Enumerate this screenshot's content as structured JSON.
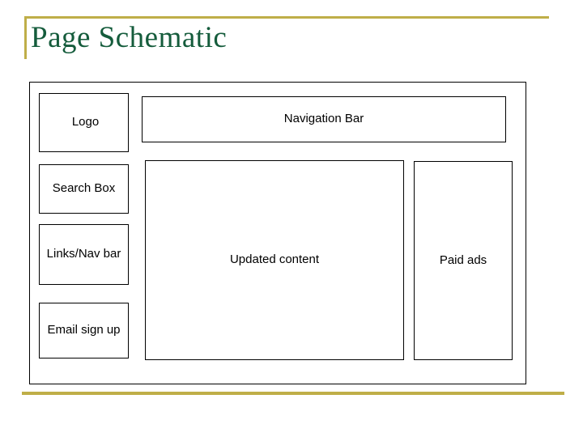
{
  "slide": {
    "title": "Page Schematic",
    "accent_gold": "#bfae48",
    "title_color": "#155c3c",
    "outline_color": "#000000",
    "background": "#ffffff"
  },
  "schematic": {
    "left_column": [
      {
        "name": "logo",
        "label": "Logo"
      },
      {
        "name": "search-box",
        "label": "Search Box"
      },
      {
        "name": "links-nav-bar",
        "label": "Links/Nav bar"
      },
      {
        "name": "email-sign-up",
        "label": "Email sign up"
      }
    ],
    "header": {
      "name": "navigation-bar",
      "label": "Navigation Bar"
    },
    "main": {
      "name": "updated-content",
      "label": "Updated content"
    },
    "aside": {
      "name": "paid-ads",
      "label": "Paid ads"
    }
  }
}
